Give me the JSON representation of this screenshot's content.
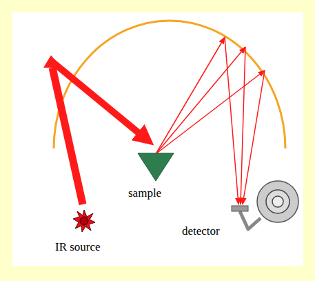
{
  "diagram": {
    "labels": [
      "sample",
      "IR source",
      "detector"
    ]
  }
}
